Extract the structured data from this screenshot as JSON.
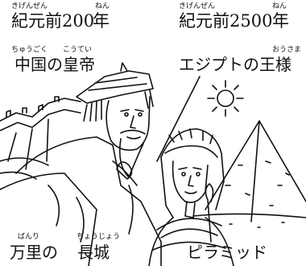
{
  "left": {
    "era": {
      "ruby_kigenzen": "きげんぜん",
      "ruby_nen": "ねん",
      "text_kigenzen": "紀元前",
      "text_year": "200",
      "text_nen": "年"
    },
    "figure": {
      "ruby_chuugoku": "ちゅうごく",
      "ruby_koutei": "こうてい",
      "text": "中国の皇帝"
    },
    "caption": {
      "ruby_banri": "ばんり",
      "ruby_choujou": "ちょうじょう",
      "text_banri_no": "万里の",
      "text_choujou": "長城"
    }
  },
  "right": {
    "era": {
      "ruby_kigenzen": "きげんぜん",
      "ruby_nen": "ねん",
      "text_kigenzen": "紀元前",
      "text_year": "2500",
      "text_nen": "年"
    },
    "figure": {
      "ruby_ousama": "おうさま",
      "text": "エジプトの王様"
    },
    "caption": {
      "text": "ピラミッド"
    }
  }
}
